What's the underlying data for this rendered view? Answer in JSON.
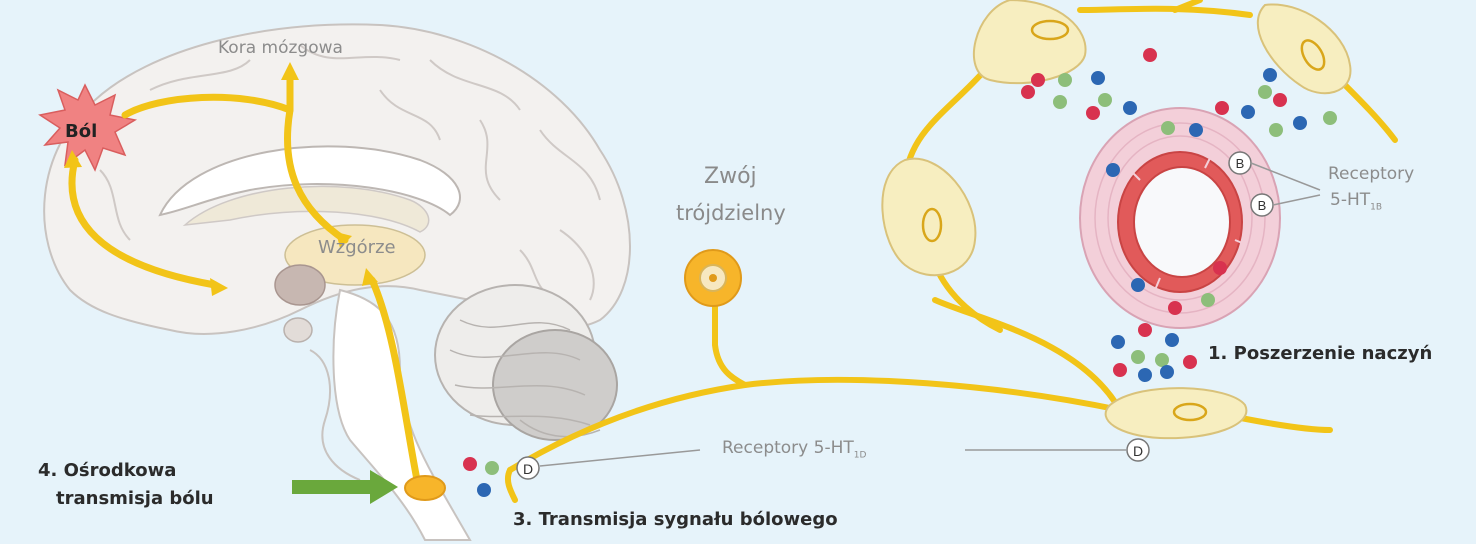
{
  "labels": {
    "pain": "Ból",
    "cortex": "Kora mózgowa",
    "thalamus": "Wzgórze",
    "ganglion_line1": "Zwój",
    "ganglion_line2": "trójdzielny",
    "receptors_1b_line1": "Receptory",
    "receptors_1b_line2": "5-HT",
    "receptors_1b_sub": "1B",
    "receptors_1d": "Receptory 5-HT",
    "receptors_1d_sub": "1D",
    "step1": "1. Poszerzenie naczyń",
    "step3": "3. Transmisja sygnału bólowego",
    "step4_line1": "4. Ośrodkowa",
    "step4_line2": "transmisja bólu",
    "receptor_b": "B",
    "receptor_d": "D"
  },
  "colors": {
    "background": "#e6f3fa",
    "nerve": "#f2c418",
    "neuron_body": "#f7eec0",
    "vessel_wall": "#e15a5a",
    "vessel_tissue": "#f3cfd9",
    "pain_star": "#f08282",
    "arrow_green": "#6aa83c",
    "dot_red": "#d8324f",
    "dot_blue": "#2c67b3",
    "dot_green": "#8dbe7a"
  }
}
